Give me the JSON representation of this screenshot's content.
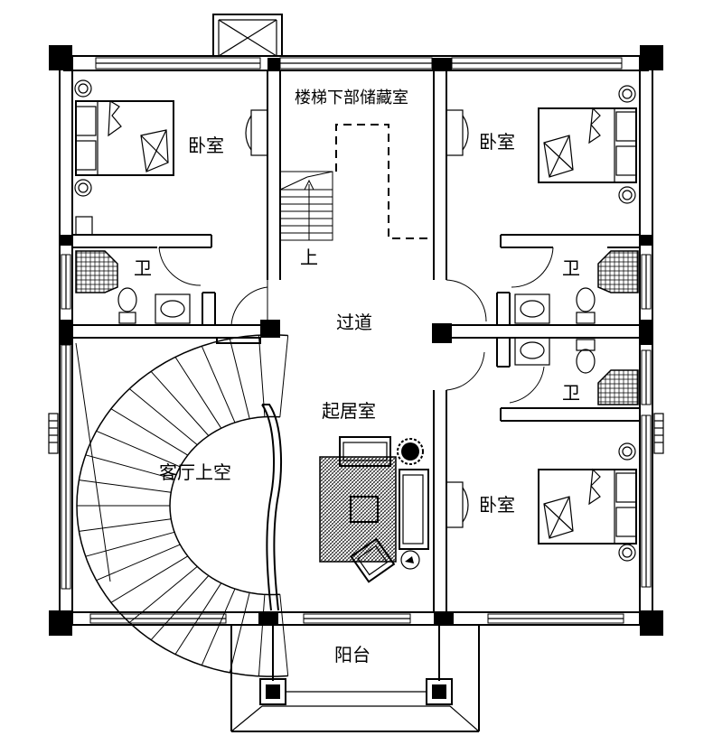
{
  "floor_plan": {
    "rooms": {
      "stair_storage": "楼梯下部储藏室",
      "bedroom_top_left": "卧室",
      "bedroom_top_right": "卧室",
      "bedroom_bottom_right": "卧室",
      "bath_left": "卫",
      "bath_right_top": "卫",
      "bath_right_bottom": "卫",
      "corridor": "过道",
      "living_room": "起居室",
      "open_to_below": "客厅上空",
      "balcony": "阳台",
      "stair_up": "上"
    }
  }
}
